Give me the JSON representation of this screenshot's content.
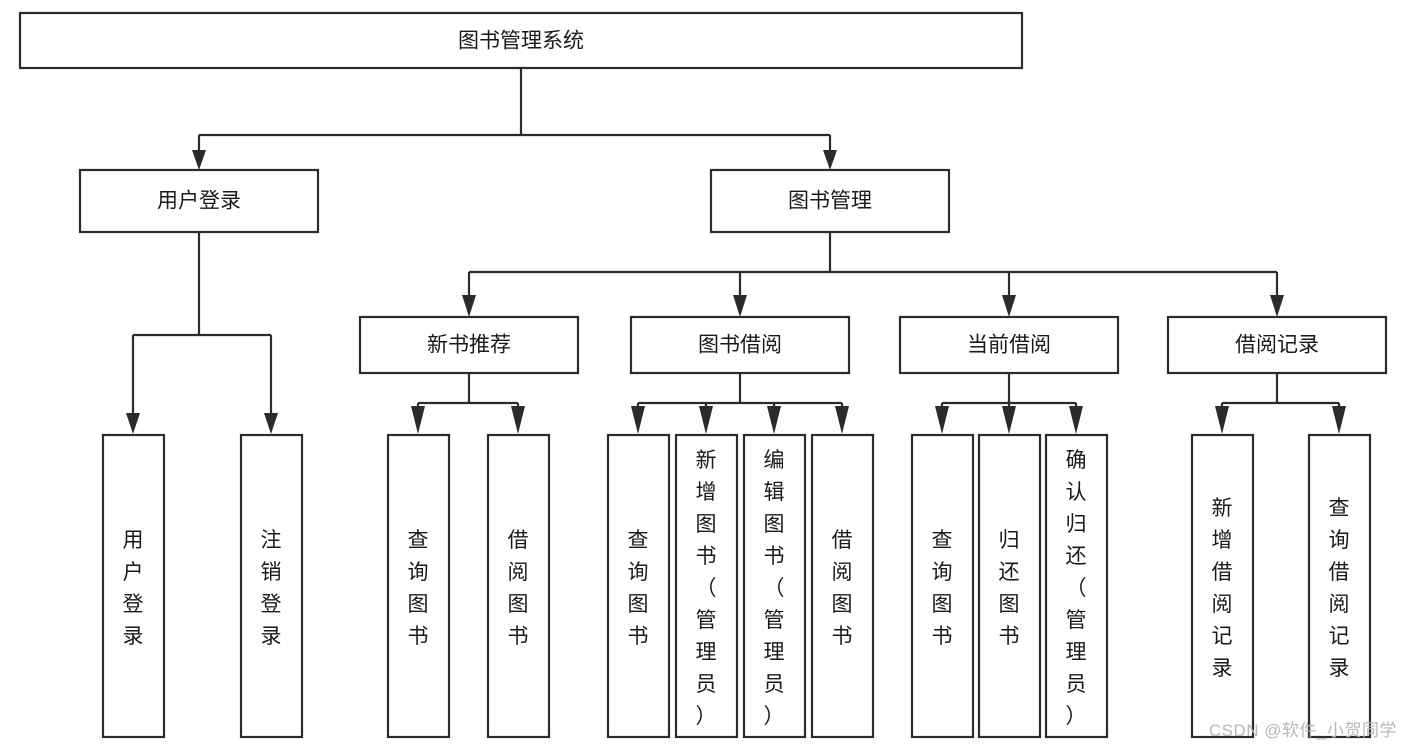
{
  "diagram": {
    "title_node": {
      "label": "图书管理系统"
    },
    "level2": [
      {
        "id": "user-login",
        "label": "用户登录"
      },
      {
        "id": "book-manage",
        "label": "图书管理"
      }
    ],
    "level3": [
      {
        "id": "new-book-rec",
        "label": "新书推荐"
      },
      {
        "id": "book-borrow",
        "label": "图书借阅"
      },
      {
        "id": "current-borrow",
        "label": "当前借阅"
      },
      {
        "id": "borrow-record",
        "label": "借阅记录"
      }
    ],
    "leaves": {
      "user_login": [
        {
          "id": "leaf-user-login",
          "label": "用户登录"
        },
        {
          "id": "leaf-logout-login",
          "label": "注销登录"
        }
      ],
      "new_book_rec": [
        {
          "id": "leaf-query-book-1",
          "label": "查询图书"
        },
        {
          "id": "leaf-borrow-book-1",
          "label": "借阅图书"
        }
      ],
      "book_borrow": [
        {
          "id": "leaf-query-book-2",
          "label": "查询图书"
        },
        {
          "id": "leaf-add-book",
          "label": "新增图书（管理员）"
        },
        {
          "id": "leaf-edit-book",
          "label": "编辑图书（管理员）"
        },
        {
          "id": "leaf-borrow-book-2",
          "label": "借阅图书"
        }
      ],
      "current_borrow": [
        {
          "id": "leaf-query-book-3",
          "label": "查询图书"
        },
        {
          "id": "leaf-return-book",
          "label": "归还图书"
        },
        {
          "id": "leaf-confirm-return",
          "label": "确认归还（管理员）"
        }
      ],
      "borrow_record": [
        {
          "id": "leaf-add-record",
          "label": "新增借阅记录"
        },
        {
          "id": "leaf-query-record",
          "label": "查询借阅记录"
        }
      ]
    },
    "watermark": "CSDN @软件_小贺同学",
    "colors": {
      "stroke": "#2b2b2b",
      "fill": "#ffffff",
      "text": "#1a1a1a",
      "watermark": "#b9b9b9"
    }
  }
}
